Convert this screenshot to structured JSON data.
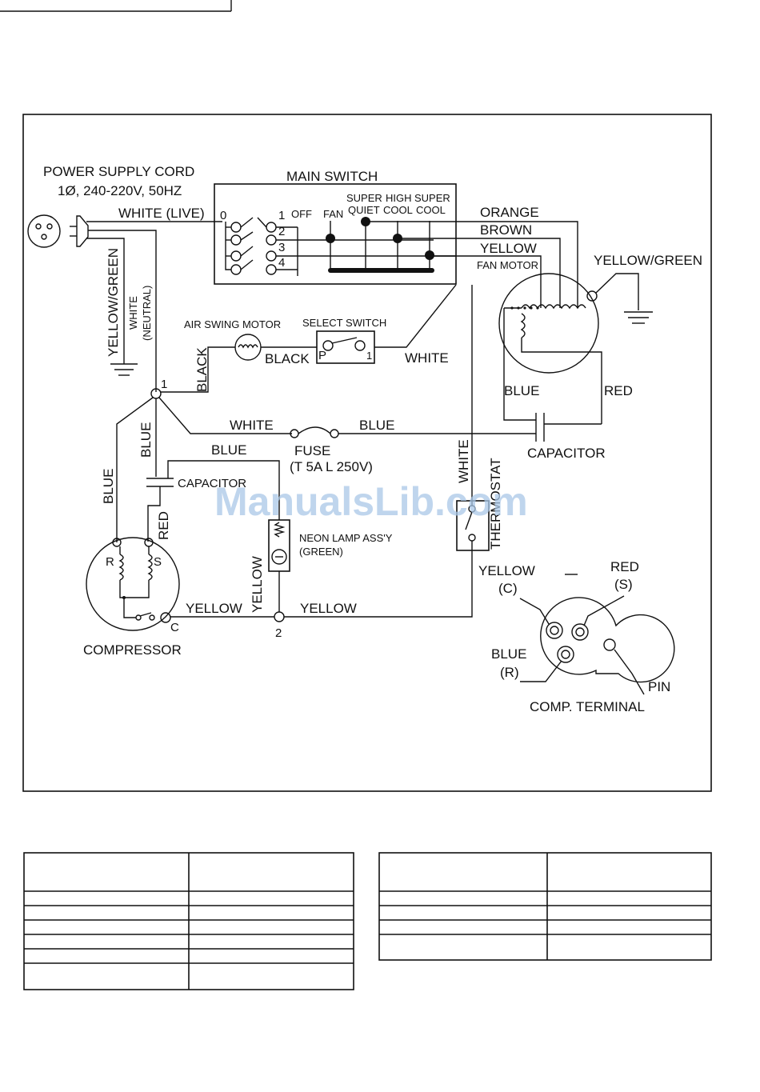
{
  "diagram": {
    "labels": {
      "power_supply_cord": "POWER SUPPLY CORD",
      "power_spec": "1Ø, 240-220V, 50HZ",
      "main_switch": "MAIN SWITCH",
      "white_live": "WHITE (LIVE)",
      "pos_0": "0",
      "pos_1": "1",
      "pos_2": "2",
      "pos_3": "3",
      "pos_4": "4",
      "off": "OFF",
      "fan": "FAN",
      "super_quiet_1": "SUPER",
      "super_quiet_2": "QUIET",
      "high_cool_1": "HIGH",
      "high_cool_2": "COOL",
      "super_cool_1": "SUPER",
      "super_cool_2": "COOL",
      "orange": "ORANGE",
      "brown": "BROWN",
      "yellow_fan": "YELLOW",
      "fan_motor": "FAN MOTOR",
      "yellow_green_right": "YELLOW/GREEN",
      "yellow_green_left": "YELLOW/GREEN",
      "white_neutral_1": "WHITE",
      "white_neutral_2": "(NEUTRAL)",
      "air_swing_motor": "AIR SWING MOTOR",
      "select_switch": "SELECT SWITCH",
      "black_vertical": "BLACK",
      "black_horizontal": "BLACK",
      "select_p": "P",
      "select_1": "1",
      "white_select": "WHITE",
      "node_1": "1",
      "blue_fan": "BLUE",
      "red_fan": "RED",
      "white_fuse": "WHITE",
      "blue_fuse": "BLUE",
      "fuse": "FUSE",
      "fuse_rating": "(T 5A L 250V)",
      "capacitor_fan": "CAPACITOR",
      "blue_vertical": "BLUE",
      "blue_top": "BLUE",
      "capacitor_comp": "CAPACITOR",
      "blue_left": "BLUE",
      "red_comp": "RED",
      "white_thermo": "WHITE",
      "thermostat": "THERMOSTAT",
      "neon_lamp": "NEON LAMP ASS'Y",
      "neon_green": "(GREEN)",
      "r_term": "R",
      "s_term": "S",
      "c_term": "C",
      "yellow_comp": "YELLOW",
      "yellow_vertical": "YELLOW",
      "yellow_bottom": "YELLOW",
      "node_2": "2",
      "compressor": "COMPRESSOR",
      "term_yellow": "YELLOW",
      "term_c": "(C)",
      "term_red": "RED",
      "term_s": "(S)",
      "term_blue": "BLUE",
      "term_r": "(R)",
      "pin": "PIN",
      "comp_terminal": "COMP. TERMINAL",
      "watermark": "ManualsLib.com"
    }
  }
}
